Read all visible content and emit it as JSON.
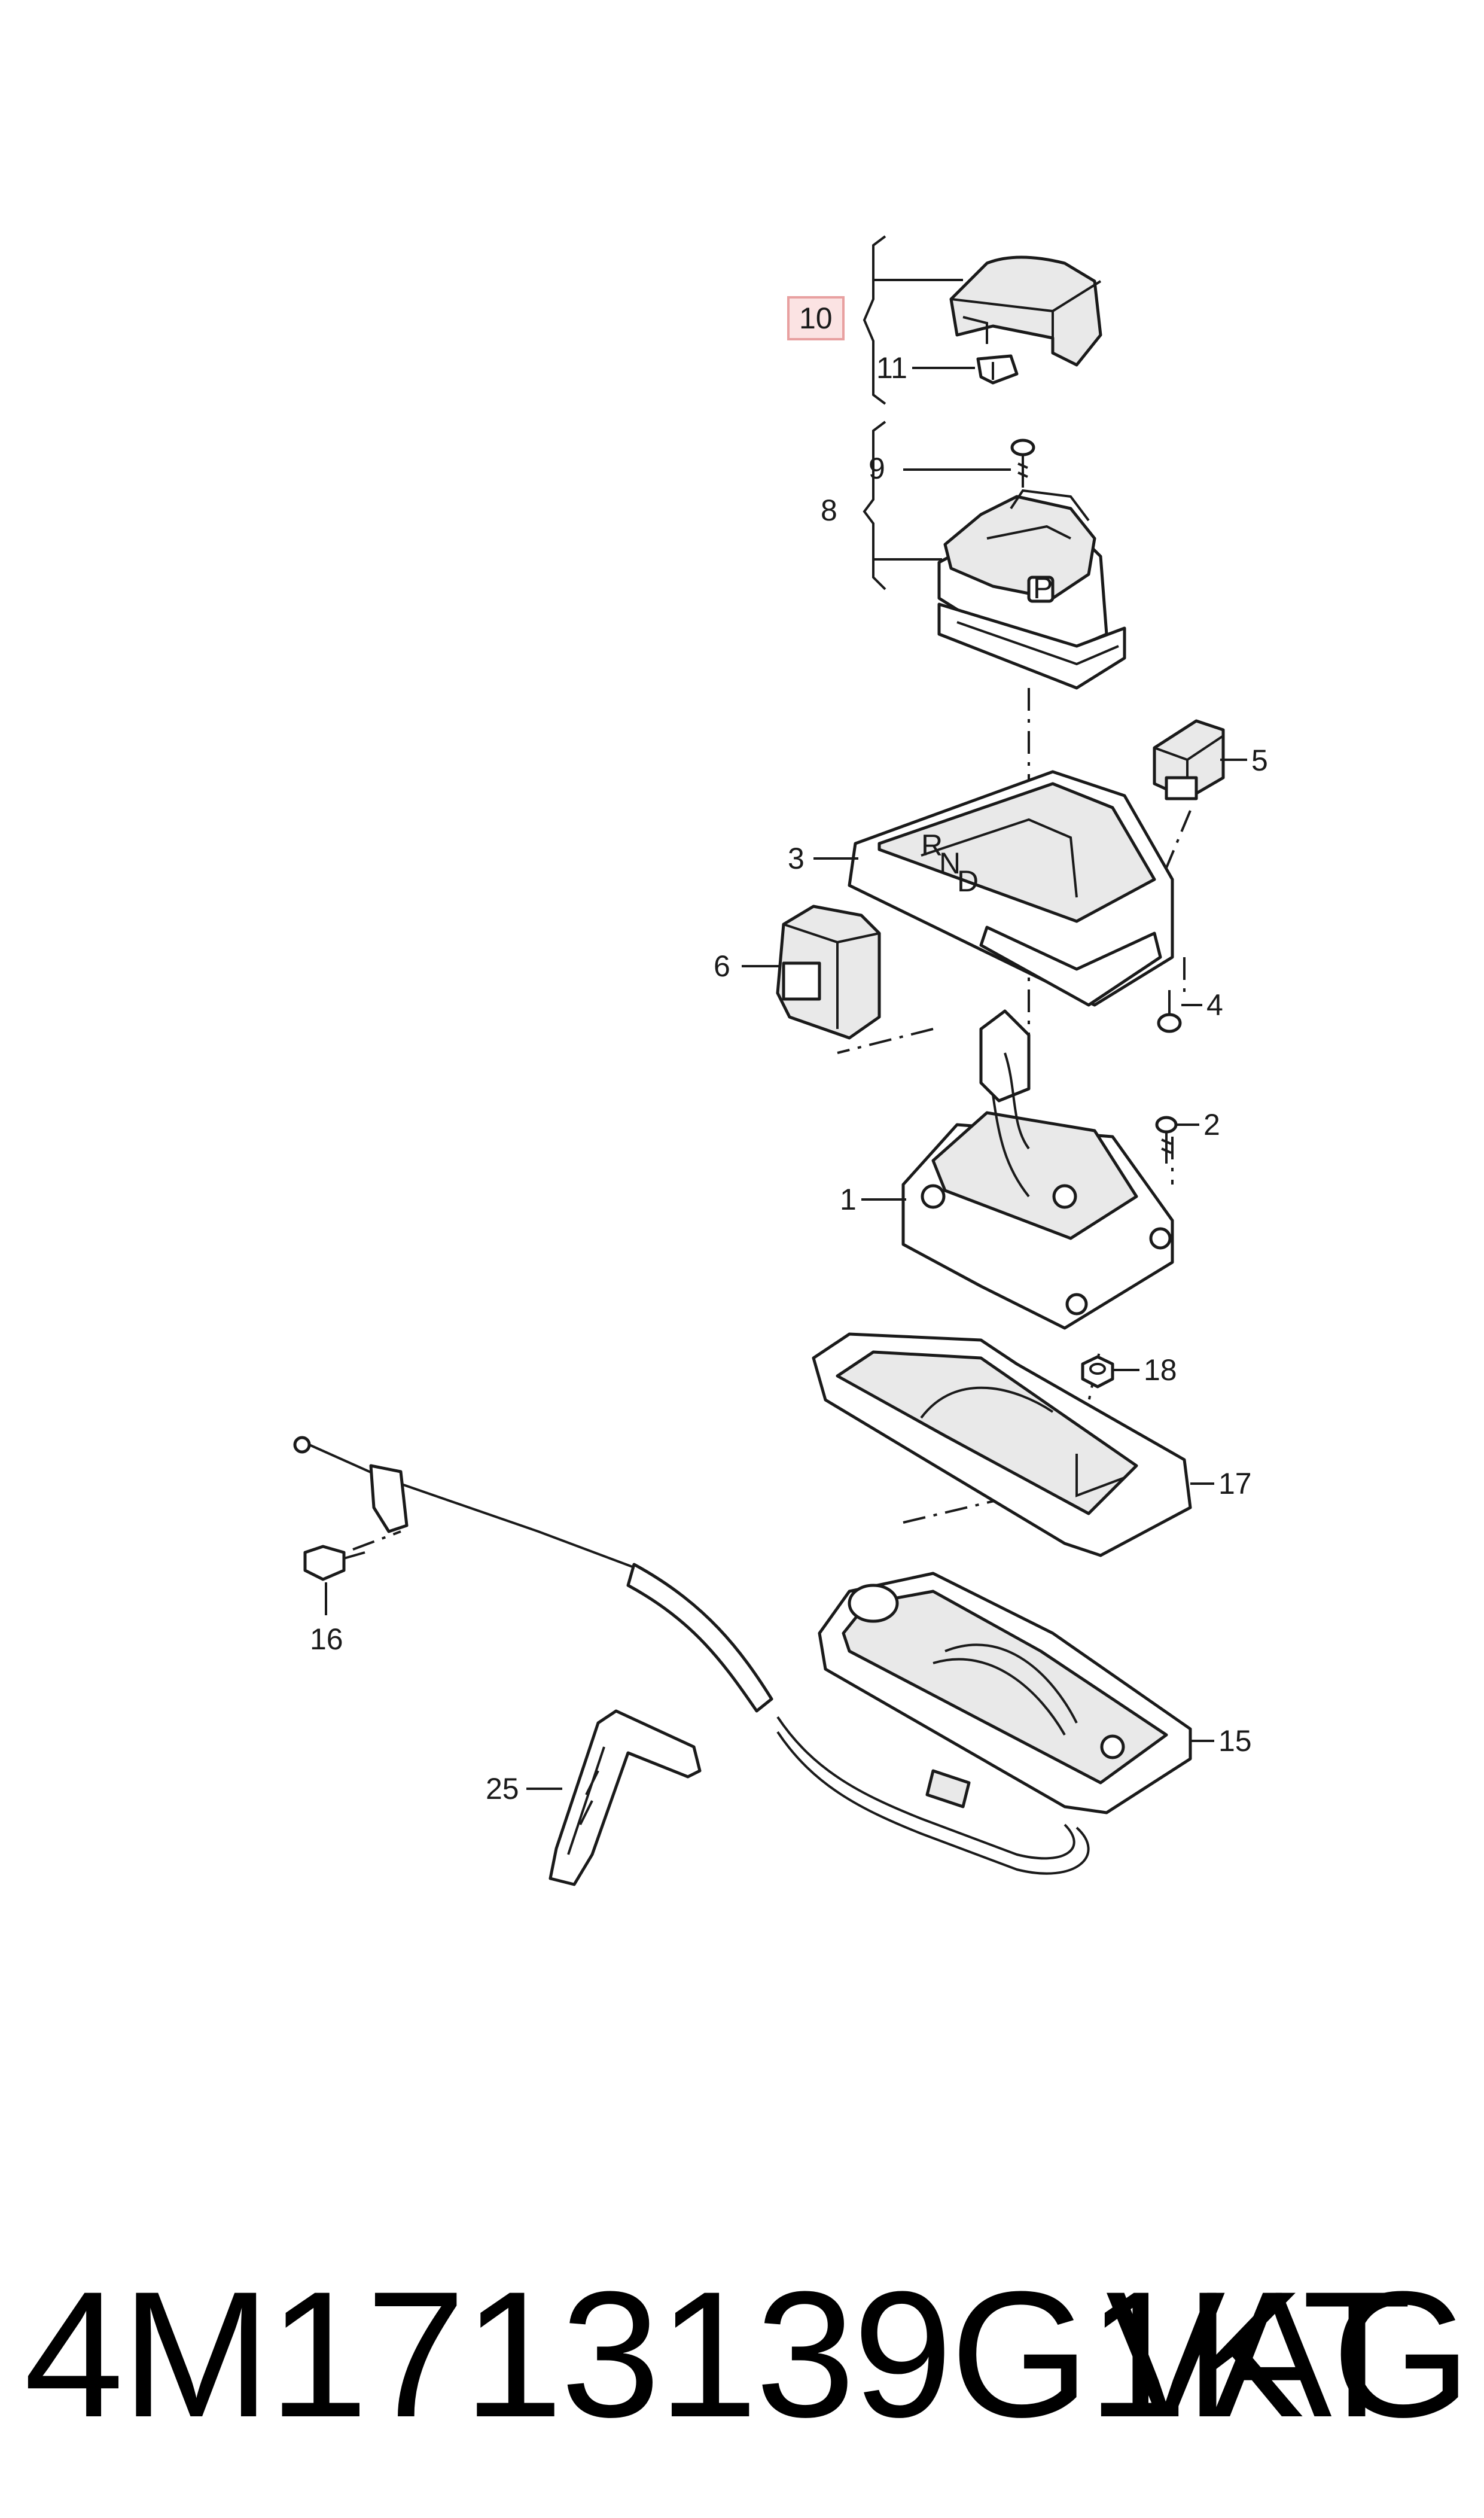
{
  "diagram": {
    "callouts": [
      {
        "id": "c10",
        "label": "10",
        "highlighted": true
      },
      {
        "id": "c11",
        "label": "11"
      },
      {
        "id": "c9",
        "label": "9"
      },
      {
        "id": "c8",
        "label": "8"
      },
      {
        "id": "c5",
        "label": "5"
      },
      {
        "id": "c3",
        "label": "3"
      },
      {
        "id": "c6",
        "label": "6"
      },
      {
        "id": "c4",
        "label": "4"
      },
      {
        "id": "c2",
        "label": "2"
      },
      {
        "id": "c1",
        "label": "1"
      },
      {
        "id": "c18",
        "label": "18"
      },
      {
        "id": "c17",
        "label": "17"
      },
      {
        "id": "c16",
        "label": "16"
      },
      {
        "id": "c15",
        "label": "15"
      },
      {
        "id": "c25",
        "label": "25"
      }
    ],
    "highlight_color": "#e8a0a0",
    "highlight_fill": "#fbe3e3"
  },
  "footer": {
    "part_number": "4M1713139G1KT",
    "brand": "VAG"
  }
}
